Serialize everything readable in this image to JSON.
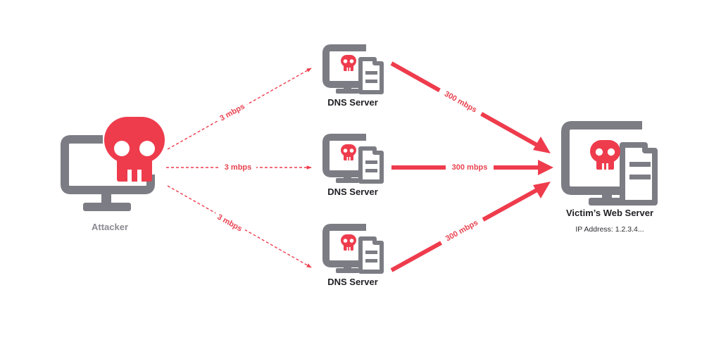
{
  "colors": {
    "accent": "#ee3c4d",
    "device_gray": "#7c7c84",
    "label_dark": "#1f1f24",
    "label_gray": "#8a8a91",
    "background": "#ffffff"
  },
  "attacker": {
    "label": "Attacker",
    "icon": "attacker-monitor-skull-icon"
  },
  "dns_servers": [
    {
      "label": "DNS Server",
      "icon": "dns-server-skull-icon"
    },
    {
      "label": "DNS Server",
      "icon": "dns-server-skull-icon"
    },
    {
      "label": "DNS Server",
      "icon": "dns-server-skull-icon"
    }
  ],
  "victim": {
    "label": "Victim’s Web Server",
    "ip": "IP Address: 1.2.3.4...",
    "icon": "victim-server-skull-icon"
  },
  "edges": {
    "attacker_to_dns": [
      "3 mbps",
      "3 mbps",
      "3 mbps"
    ],
    "dns_to_victim": [
      "300 mbps",
      "300 mbps",
      "300 mbps"
    ]
  }
}
